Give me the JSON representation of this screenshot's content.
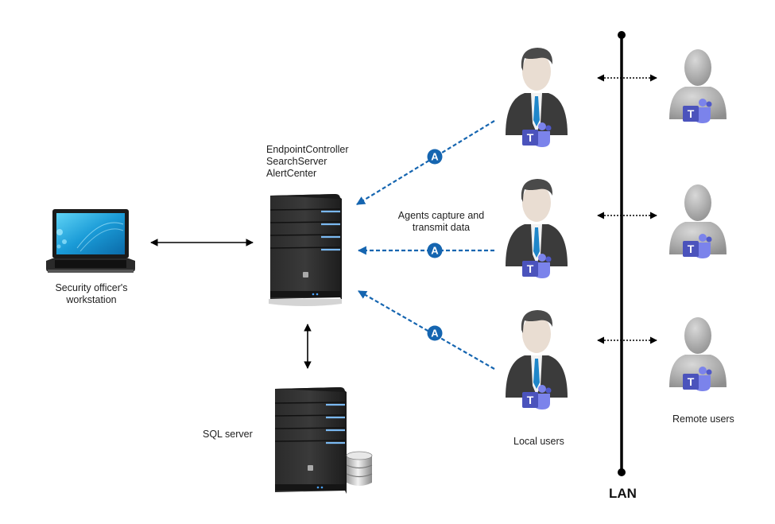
{
  "diagram": {
    "workstation": {
      "label_line1": "Security officer's",
      "label_line2": "workstation",
      "icon": "laptop-icon"
    },
    "main_server": {
      "services": [
        "EndpointController",
        "SearchServer",
        "AlertCenter"
      ],
      "icon": "server-tower-icon"
    },
    "sql_server": {
      "label": "SQL server",
      "icon": "server-tower-icon",
      "db_icon": "database-icon"
    },
    "agent_note": {
      "line1": "Agents capture and",
      "line2": "transmit data"
    },
    "agent_badge": "A",
    "local_users": {
      "label": "Local users",
      "count": 3,
      "icon": "businessman-icon",
      "app_badge": "T"
    },
    "remote_users": {
      "label": "Remote users",
      "count": 3,
      "icon": "user-silhouette-icon",
      "app_badge": "T"
    },
    "network": {
      "label": "LAN"
    },
    "colors": {
      "agent_blue": "#1565b0",
      "lan_black": "#000000",
      "teams_purple": "#4b53bc",
      "teams_light": "#7b83eb"
    }
  }
}
